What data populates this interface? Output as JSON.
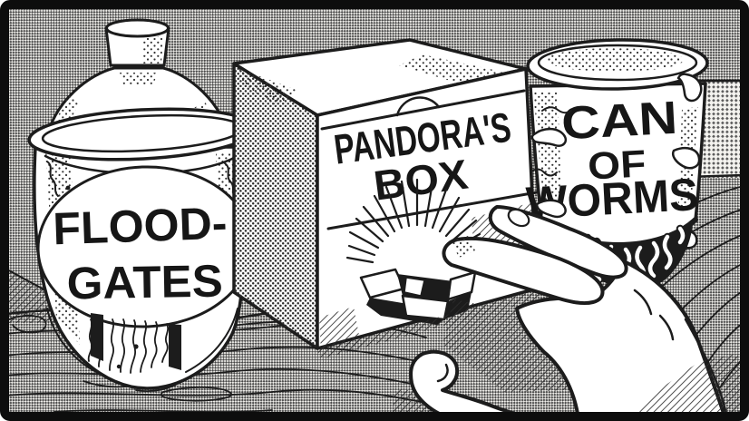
{
  "panel": {
    "alt": "Black-and-white comic panel: a hand reaches across a wooden table toward a tiny glowing box inside Pandora's Box, flanked by a jug of flood-gates and a can of worms",
    "ink_color": "#1c1c1c",
    "paper_color": "#ffffff"
  },
  "labels": {
    "jug_line1": "FLOOD-",
    "jug_line2": "GATES",
    "box_line1": "PANDORA'S",
    "box_line2": "BOX",
    "can_line1": "CAN",
    "can_line2": "OF",
    "can_line3": "WORMS"
  }
}
